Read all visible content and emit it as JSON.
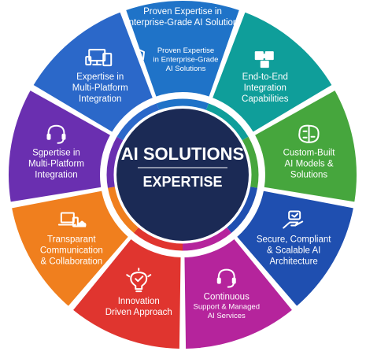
{
  "center": {
    "title": "AI SOLUTIONS",
    "subtitle": "EXPERTISE",
    "color": "#1b2a55",
    "ring_color": "#ffffff"
  },
  "segments": [
    {
      "icon": "shield-check-icon",
      "color": "#1f73c8",
      "title": [
        "Proven Expertise in",
        "Enterprise-Grade AI Solutions"
      ],
      "body": [
        "Proven Expertise",
        "in Enterprise-Grade",
        "AI Solutions"
      ]
    },
    {
      "icon": "puzzle-icon",
      "color": "#0f9e9a",
      "title": [
        "End-to-End",
        "Integration",
        "Capabilities"
      ],
      "body": []
    },
    {
      "icon": "brain-circuit-icon",
      "color": "#46a63d",
      "title": [
        "Custom-Built",
        "AI Models &",
        "Solutions"
      ],
      "body": []
    },
    {
      "icon": "secure-hand-icon",
      "color": "#1f4fb0",
      "title": [
        "Secure, Compliant",
        "& Scalable AI",
        "Architecture"
      ],
      "body": []
    },
    {
      "icon": "headset-icon",
      "color": "#b5249c",
      "title": [
        "Continuous"
      ],
      "body": [
        "Support & Managed",
        "AI Services"
      ]
    },
    {
      "icon": "lightbulb-check-icon",
      "color": "#e0352f",
      "title": [
        "Innovation",
        "Driven Approach"
      ],
      "body": []
    },
    {
      "icon": "devices-cloud-icon",
      "color": "#f07f1e",
      "title": [
        "Transparant",
        "Communication",
        "& Collaboration"
      ],
      "body": []
    },
    {
      "icon": "headset-icon",
      "color": "#6a2fb0",
      "title": [
        "Sgpertise in",
        "Multi-Platform",
        "Integration"
      ],
      "body": []
    },
    {
      "icon": "monitor-devices-icon",
      "color": "#2b68c9",
      "title": [
        "Expertise in",
        "Multi-Platform",
        "Integration"
      ],
      "body": []
    }
  ]
}
